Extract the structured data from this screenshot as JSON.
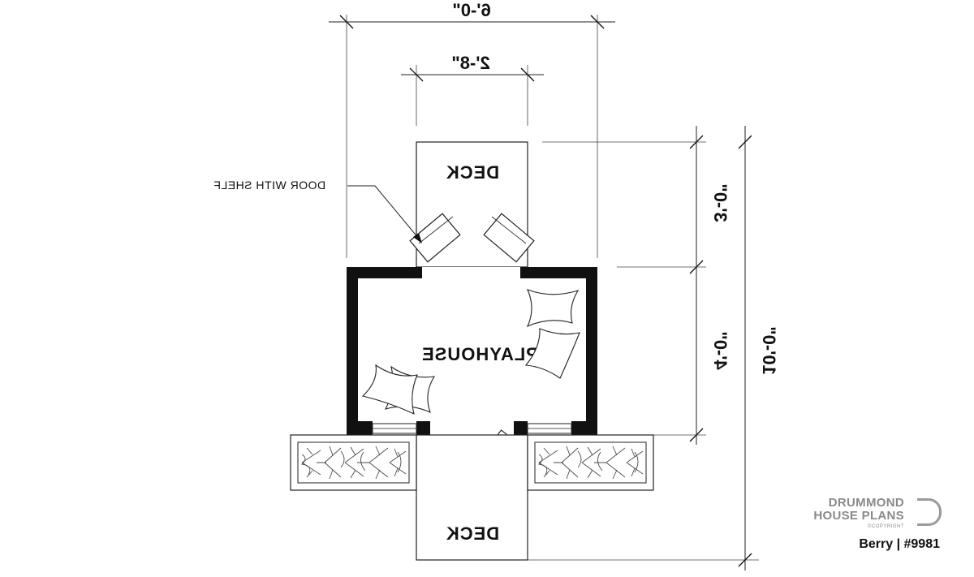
{
  "plan": {
    "rooms": {
      "deck_top": "DECK",
      "playhouse": "PLAYHOUSE",
      "deck_bottom": "DECK"
    },
    "callout": "DOOR WITH SHELF",
    "dimensions": {
      "overall_width": "6'-0\"",
      "opening_width": "2'-8\"",
      "deck_depth": "3'-0\"",
      "room_depth": "4'-0\"",
      "overall_depth": "10'-0\""
    },
    "mirrored": true
  },
  "branding": {
    "line1": "DRUMMOND",
    "line2": "HOUSE PLANS",
    "copyright": "©COPYRIGHT",
    "plan_name": "Berry | #9981"
  }
}
